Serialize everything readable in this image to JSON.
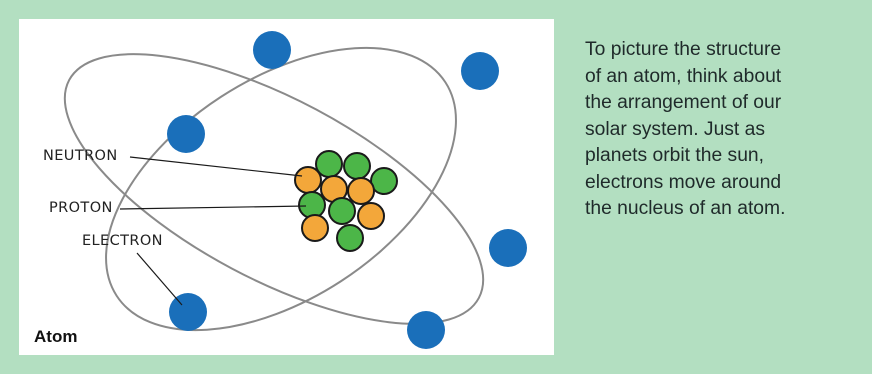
{
  "figure": {
    "caption": "Atom",
    "labels": {
      "neutron": "NEUTRON",
      "proton": "PROTON",
      "electron": "ELECTRON"
    }
  },
  "description": {
    "lines": [
      "To picture the structure",
      "of an atom, think about",
      "the arrangement of our",
      "solar system. Just as",
      "planets orbit the sun,",
      "electrons move around",
      "the nucleus of an atom."
    ]
  },
  "colors": {
    "background": "#b3dfc1",
    "panel": "#ffffff",
    "orbit": "#8a8a8a",
    "electron": "#1a6fba",
    "proton": "#4cb648",
    "neutron": "#f3a73a",
    "outline": "#1a1a1a"
  }
}
